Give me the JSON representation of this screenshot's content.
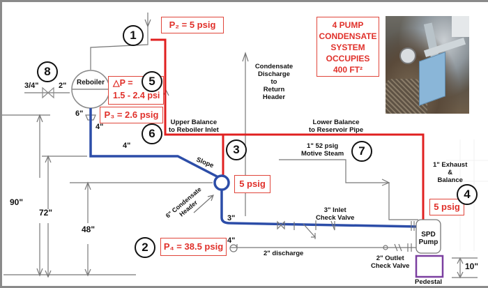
{
  "diagram": {
    "title_box": {
      "line1": "4 PUMP",
      "line2": "CONDENSATE",
      "line3": "SYSTEM",
      "line4": "OCCUPIES",
      "line5": "400 FT²"
    },
    "photo": {
      "description": "photo of SPD pump condensate system installation"
    },
    "callouts": {
      "n1": "1",
      "n2": "2",
      "n3": "3",
      "n4": "4",
      "n5": "5",
      "n6": "6",
      "n7": "7",
      "n8": "8"
    },
    "pressures": {
      "p2": "P₂ = 5 psig",
      "delta_p_line1": "△P =",
      "delta_p_line2": "1.5 - 2.4 psi",
      "p3": "P₃ = 2.6 psig",
      "p_header": "5 psig",
      "p_pump": "5 psig",
      "p4": "P₄ = 38.5 psig"
    },
    "labels": {
      "reboiler": "Reboiler",
      "valve_size_left": "3/4\"",
      "valve_size_right": "2\"",
      "reboiler_outlet_6": "6\"",
      "reboiler_outlet_4": "4\"",
      "pipe_4": "4\"",
      "slope": "Slope",
      "condensate_header": "6\" Condensate Header",
      "pipe_3": "3\"",
      "pipe_4_discharge": "4\"",
      "discharge_2": "2\" discharge",
      "upper_balance_1": "Upper Balance",
      "upper_balance_2": "to Reboiler Inlet",
      "lower_balance_1": "Lower Balance",
      "lower_balance_2": "to Reservoir Pipe",
      "condensate_discharge_1": "Condensate",
      "condensate_discharge_2": "Discharge",
      "condensate_discharge_3": "to",
      "condensate_discharge_4": "Return",
      "condensate_discharge_5": "Header",
      "motive_steam_1": "1\" 52 psig",
      "motive_steam_2": "Motive Steam",
      "inlet_check_1": "3\" Inlet",
      "inlet_check_2": "Check Valve",
      "exhaust_1": "1\" Exhaust",
      "exhaust_2": "&",
      "exhaust_3": "Balance",
      "spd_1": "SPD",
      "spd_2": "Pump",
      "outlet_check_1": "2\" Outlet",
      "outlet_check_2": "Check Valve",
      "pedestal": "Pedestal"
    },
    "dimensions": {
      "h90": "90\"",
      "h72": "72\"",
      "h48": "48\"",
      "h10": "10\""
    },
    "colors": {
      "balance_line": "#e02020",
      "condensate_line": "#2c4da8",
      "annotation_red": "#e0302a",
      "pedestal": "#7b3fa0",
      "sketch": "#777777"
    }
  }
}
